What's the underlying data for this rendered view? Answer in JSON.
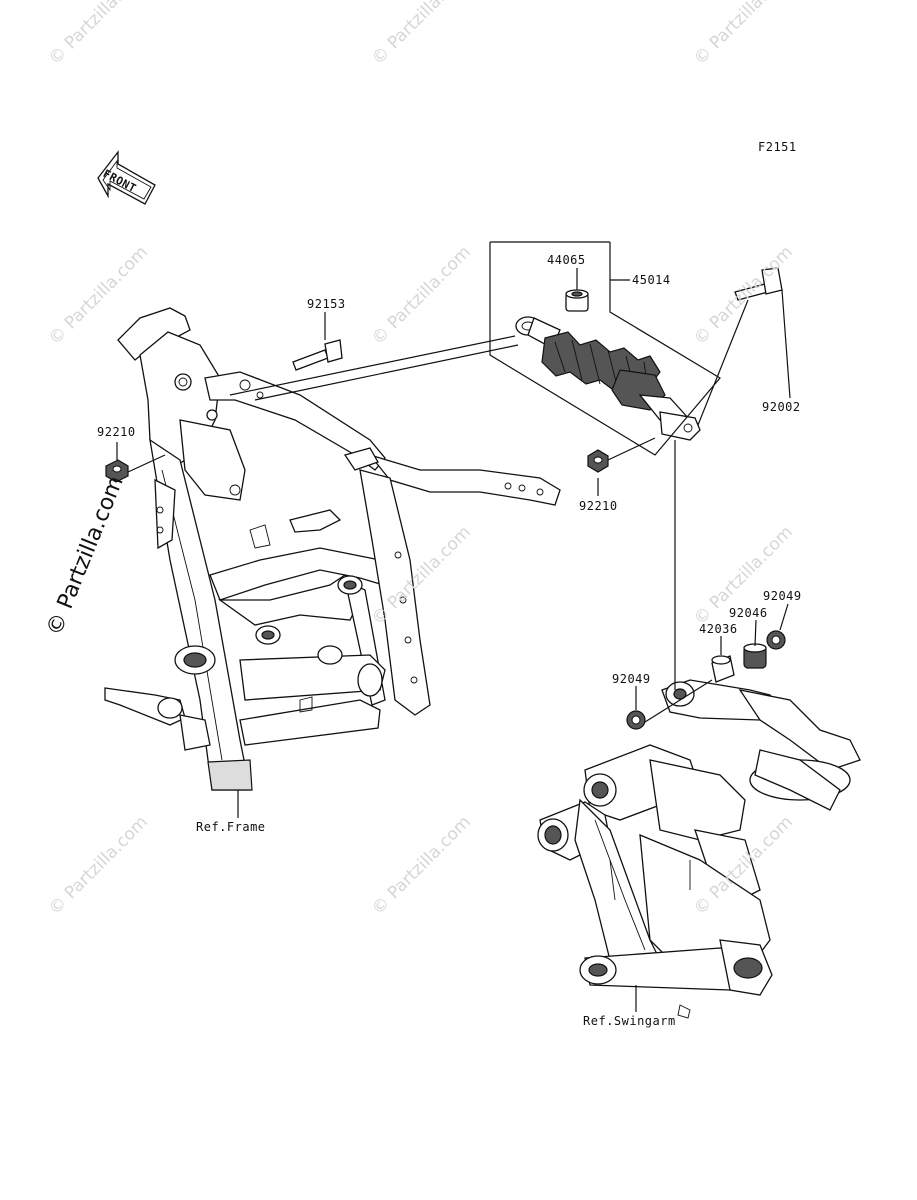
{
  "figure_code": "F2151",
  "front_arrow_text": "FRONT",
  "watermark_text": "© Partzilla.com",
  "callouts": {
    "p44065": "44065",
    "p45014": "45014",
    "p92153": "92153",
    "p92002": "92002",
    "p92210_left": "92210",
    "p92210_right": "92210",
    "p92049_top": "92049",
    "p92046": "92046",
    "p42036": "42036",
    "p92049_left": "92049"
  },
  "refs": {
    "frame": "Ref.Frame",
    "swingarm": "Ref.Swingarm"
  }
}
